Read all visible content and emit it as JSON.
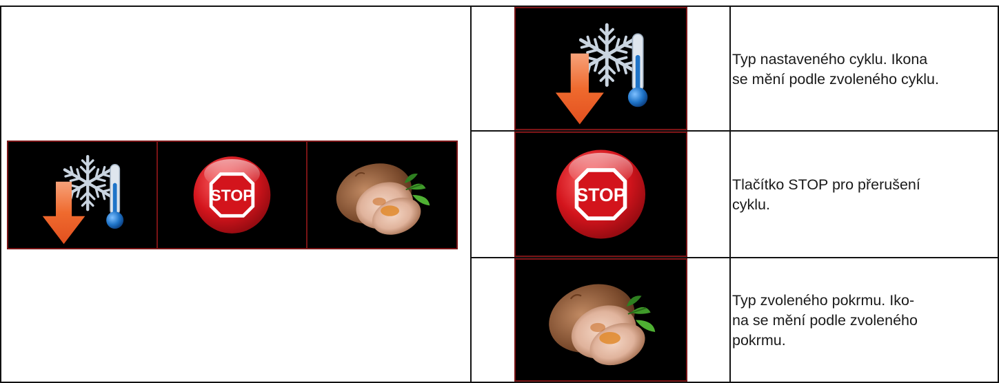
{
  "icons": {
    "cycle": "blast-chill-cycle-icon",
    "stop": "stop-icon",
    "food": "roast-meat-icon"
  },
  "colors": {
    "tile_background": "#000000",
    "tile_border": "#7a1416",
    "arrow": "#ef6a2e",
    "snowflake": "#c9d4e0",
    "thermometer_bulb": "#1f74c8",
    "stop_red": "#d3141c",
    "table_lines": "#111111"
  },
  "rows": [
    {
      "lines": [
        "Typ nastaveného cyklu. Ikona",
        "se mění podle zvoleného cyklu."
      ]
    },
    {
      "lines": [
        "Tlačítko STOP  pro přerušení",
        "cyklu."
      ]
    },
    {
      "lines": [
        "Typ zvoleného pokrmu. Iko-",
        "na se mění podle zvoleného",
        "pokrmu."
      ]
    }
  ],
  "stop_label": "STOP"
}
